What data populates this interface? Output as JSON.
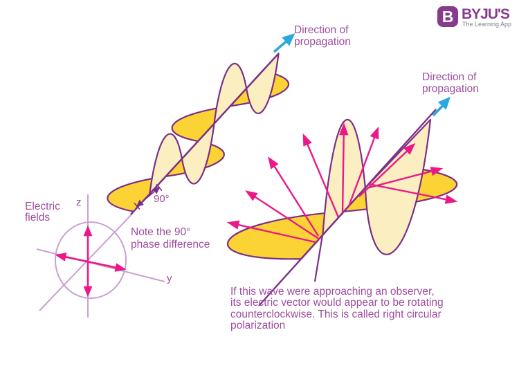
{
  "logo": {
    "badge_letter": "B",
    "name": "BYJU'S",
    "tagline": "The Learning App"
  },
  "labels": {
    "direction_of_propagation_left": "Direction of\npropagation",
    "direction_of_propagation_right": "Direction of\npropagation",
    "electric_fields": "Electric\nfields",
    "angle_90": "90°",
    "note_phase": "Note the 90°\nphase difference",
    "z_axis": "z",
    "y_axis": "y"
  },
  "caption": "If this wave were approaching an observer,\nits electric vector would appear to be rotating\ncounterclockwise. This is called right circular\npolarization",
  "icons": {
    "propagation_arrow": "cyan-arrow-up-right",
    "e_vector_arrow": "magenta-arrow"
  },
  "colors": {
    "text_purple": "#9D4C9D",
    "wave_outline_purple": "#7B2E87",
    "lavender_axis": "#C9A0D2",
    "magenta_arrow": "#EA1889",
    "cyan_arrow": "#29A9E0",
    "golden_yellow": "#FCD335",
    "pale_yellow": "#FBEFC2",
    "logo_purple": "#883A8E",
    "logo_gray": "#7E8184"
  }
}
